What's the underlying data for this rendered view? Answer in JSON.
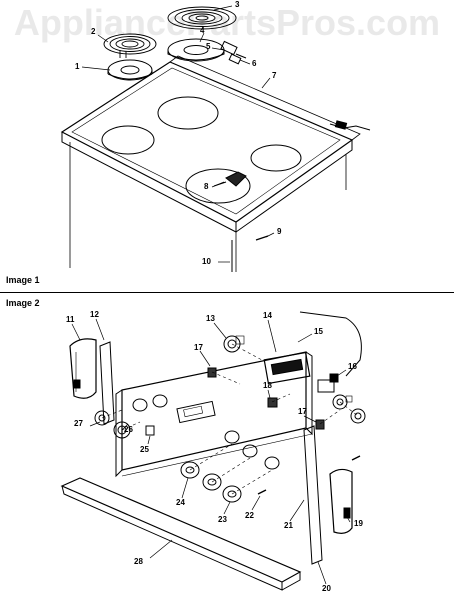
{
  "watermark": "AppliancePartsPros.com",
  "sections": [
    {
      "label": "Image 1"
    },
    {
      "label": "Image 2"
    }
  ],
  "callouts_image1": [
    "1",
    "2",
    "3",
    "4",
    "5",
    "6",
    "7",
    "8",
    "9",
    "10"
  ],
  "callouts_image2": [
    "11",
    "12",
    "13",
    "14",
    "15",
    "16",
    "17",
    "18",
    "17",
    "19",
    "20",
    "21",
    "22",
    "23",
    "24",
    "25",
    "26",
    "27",
    "28"
  ]
}
